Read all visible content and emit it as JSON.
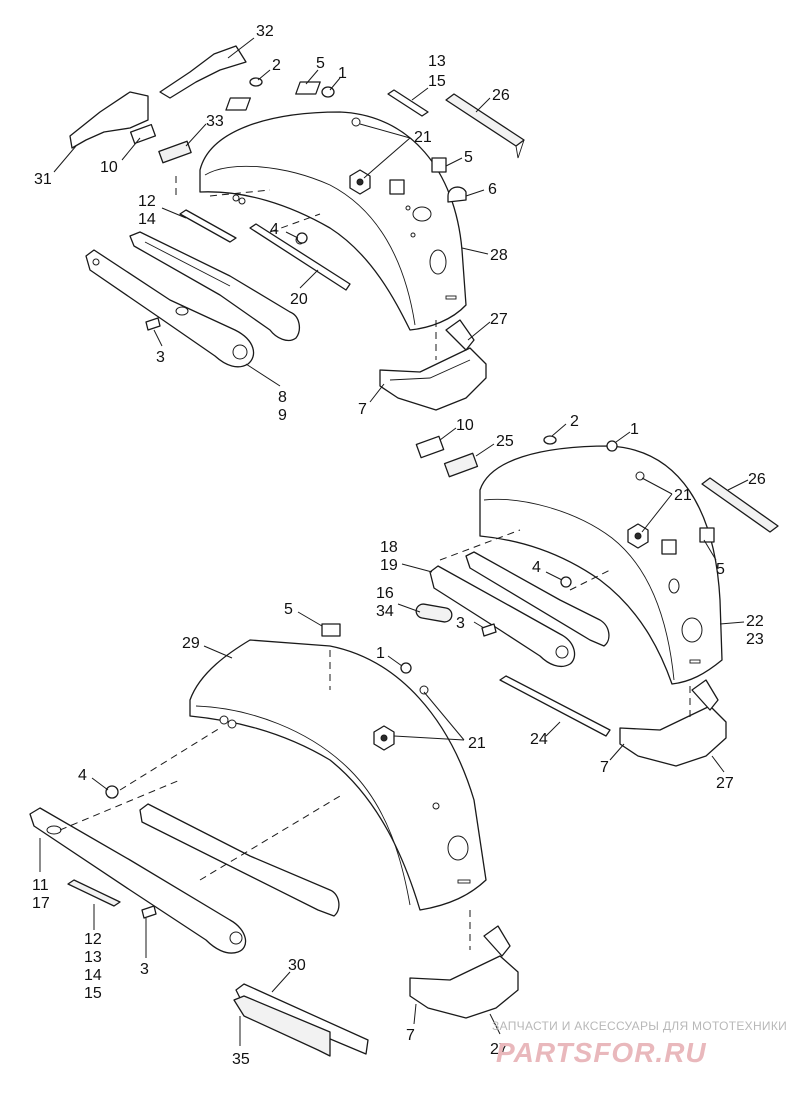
{
  "callouts": [
    {
      "id": "c32",
      "text": "32"
    },
    {
      "id": "c2a",
      "text": "2"
    },
    {
      "id": "c5a",
      "text": "5"
    },
    {
      "id": "c1a",
      "text": "1"
    },
    {
      "id": "c13a",
      "text": "13"
    },
    {
      "id": "c15a",
      "text": "15"
    },
    {
      "id": "c26a",
      "text": "26"
    },
    {
      "id": "c33",
      "text": "33"
    },
    {
      "id": "c10a",
      "text": "10"
    },
    {
      "id": "c31",
      "text": "31"
    },
    {
      "id": "c21a",
      "text": "21"
    },
    {
      "id": "c5b",
      "text": "5"
    },
    {
      "id": "c6",
      "text": "6"
    },
    {
      "id": "c12a",
      "text": "12"
    },
    {
      "id": "c14a",
      "text": "14"
    },
    {
      "id": "c4a",
      "text": "4"
    },
    {
      "id": "c28",
      "text": "28"
    },
    {
      "id": "c20",
      "text": "20"
    },
    {
      "id": "c27a",
      "text": "27"
    },
    {
      "id": "c3a",
      "text": "3"
    },
    {
      "id": "c8",
      "text": "8"
    },
    {
      "id": "c9",
      "text": "9"
    },
    {
      "id": "c7a",
      "text": "7"
    },
    {
      "id": "c10b",
      "text": "10"
    },
    {
      "id": "c2b",
      "text": "2"
    },
    {
      "id": "c1b",
      "text": "1"
    },
    {
      "id": "c25",
      "text": "25"
    },
    {
      "id": "c26b",
      "text": "26"
    },
    {
      "id": "c21b",
      "text": "21"
    },
    {
      "id": "c18",
      "text": "18"
    },
    {
      "id": "c19",
      "text": "19"
    },
    {
      "id": "c4b",
      "text": "4"
    },
    {
      "id": "c5c",
      "text": "5"
    },
    {
      "id": "c16",
      "text": "16"
    },
    {
      "id": "c34",
      "text": "34"
    },
    {
      "id": "c3b",
      "text": "3"
    },
    {
      "id": "c22",
      "text": "22"
    },
    {
      "id": "c23",
      "text": "23"
    },
    {
      "id": "c5d",
      "text": "5"
    },
    {
      "id": "c29",
      "text": "29"
    },
    {
      "id": "c1c",
      "text": "1"
    },
    {
      "id": "c24",
      "text": "24"
    },
    {
      "id": "c21c",
      "text": "21"
    },
    {
      "id": "c7b",
      "text": "7"
    },
    {
      "id": "c27b",
      "text": "27"
    },
    {
      "id": "c4c",
      "text": "4"
    },
    {
      "id": "c11",
      "text": "11"
    },
    {
      "id": "c17",
      "text": "17"
    },
    {
      "id": "c12b",
      "text": "12"
    },
    {
      "id": "c13b",
      "text": "13"
    },
    {
      "id": "c14b",
      "text": "14"
    },
    {
      "id": "c15b",
      "text": "15"
    },
    {
      "id": "c3c",
      "text": "3"
    },
    {
      "id": "c30",
      "text": "30"
    },
    {
      "id": "c35",
      "text": "35"
    },
    {
      "id": "c7c",
      "text": "7"
    },
    {
      "id": "c27c",
      "text": "27"
    }
  ],
  "watermark": {
    "tagline": "ЗАПЧАСТИ И АКСЕССУАРЫ ДЛЯ МОТОТЕХНИКИ",
    "logo": "PARTSFOR.RU",
    "logo_color": "#e9b8bc"
  }
}
